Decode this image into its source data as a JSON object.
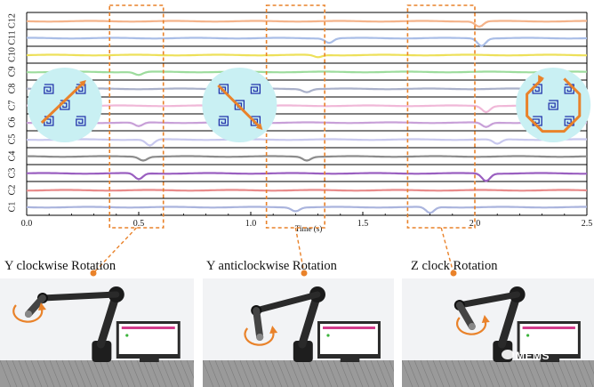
{
  "chart_data": {
    "type": "line",
    "xlabel": "Time (s)",
    "ylabel": "",
    "xlim": [
      0,
      2.5
    ],
    "x_ticks": [
      "0.0",
      "0.5",
      "1.0",
      "1.5",
      "2.0",
      "2.5"
    ],
    "channels": [
      "C1",
      "C2",
      "C3",
      "C4",
      "C5",
      "C6",
      "C7",
      "C8",
      "C9",
      "C10",
      "C11",
      "C12"
    ],
    "series_colors": [
      "#aab4dd",
      "#e88a8a",
      "#9a5fc0",
      "#8c8c8c",
      "#c8c8ee",
      "#c8a0d8",
      "#f0b8d8",
      "#a9b0c9",
      "#9ddc9d",
      "#ede05a",
      "#a9bde6",
      "#f4b38a"
    ],
    "highlight_windows": [
      [
        0.37,
        0.61
      ],
      [
        1.07,
        1.33
      ],
      [
        1.7,
        2.0
      ]
    ],
    "highlight_color": "#e9822a",
    "events": [
      {
        "channel": "C1",
        "t": 1.2,
        "amp": 0.5
      },
      {
        "channel": "C1",
        "t": 1.8,
        "amp": 0.8
      },
      {
        "channel": "C3",
        "t": 0.5,
        "amp": 0.8
      },
      {
        "channel": "C3",
        "t": 2.05,
        "amp": 1.0
      },
      {
        "channel": "C4",
        "t": 0.52,
        "amp": 0.5
      },
      {
        "channel": "C4",
        "t": 1.25,
        "amp": 0.5
      },
      {
        "channel": "C5",
        "t": 0.55,
        "amp": 0.8
      },
      {
        "channel": "C5",
        "t": 2.1,
        "amp": 0.6
      },
      {
        "channel": "C6",
        "t": 0.5,
        "amp": 0.5
      },
      {
        "channel": "C6",
        "t": 2.05,
        "amp": 0.6
      },
      {
        "channel": "C7",
        "t": 2.05,
        "amp": 0.8
      },
      {
        "channel": "C8",
        "t": 1.25,
        "amp": 0.4
      },
      {
        "channel": "C9",
        "t": 0.5,
        "amp": 0.4
      },
      {
        "channel": "C10",
        "t": 1.3,
        "amp": 0.3
      },
      {
        "channel": "C11",
        "t": 1.35,
        "amp": 0.6
      },
      {
        "channel": "C11",
        "t": 2.03,
        "amp": 1.0
      },
      {
        "channel": "C12",
        "t": 2.02,
        "amp": 0.7
      }
    ],
    "insets": [
      {
        "t_center": 0.17,
        "arrow": "diagonal-up-right"
      },
      {
        "t_center": 0.95,
        "arrow": "diagonal-down-right"
      },
      {
        "t_center": 2.35,
        "arrow": "octagon-loop"
      }
    ]
  },
  "captions": [
    {
      "text": "Y clockwise Rotation"
    },
    {
      "text": "Y anticlockwise Rotation"
    },
    {
      "text": "Z clock Rotation"
    }
  ],
  "watermark": "MEMS",
  "colors": {
    "accent": "#e9822a",
    "inset_bg": "#c9f0f3",
    "pattern": "#2233aa"
  }
}
